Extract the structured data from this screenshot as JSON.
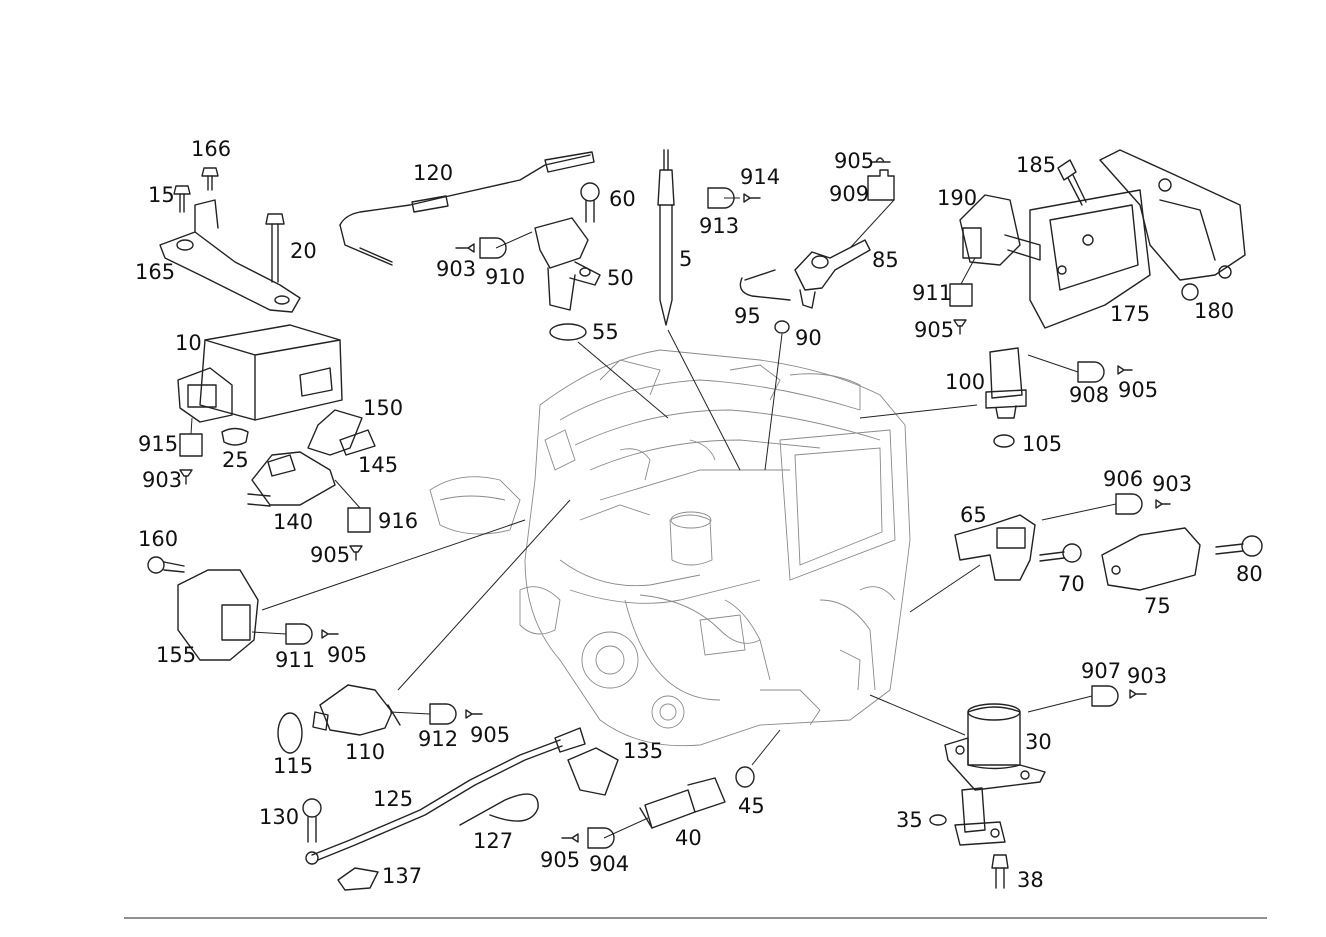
{
  "diagram": {
    "labels": {
      "l166": "166",
      "l15": "15",
      "l20": "20",
      "l165": "165",
      "l120": "120",
      "l60": "60",
      "l903a": "903",
      "l910": "910",
      "l50": "50",
      "l55": "55",
      "l5": "5",
      "l914": "914",
      "l913": "913",
      "l905a": "905",
      "l909": "909",
      "l85": "85",
      "l95": "95",
      "l90": "90",
      "l185": "185",
      "l190": "190",
      "l911a": "911",
      "l905b": "905",
      "l175": "175",
      "l180": "180",
      "l10": "10",
      "l150": "150",
      "l915": "915",
      "l25": "25",
      "l145": "145",
      "l903b": "903",
      "l140": "140",
      "l916": "916",
      "l905c": "905",
      "l100": "100",
      "l908": "908",
      "l905d": "905",
      "l105": "105",
      "l906": "906",
      "l903c": "903",
      "l65": "65",
      "l70": "70",
      "l75": "75",
      "l80": "80",
      "l160": "160",
      "l155": "155",
      "l911b": "911",
      "l905e": "905",
      "l907": "907",
      "l903d": "903",
      "l30": "30",
      "l110": "110",
      "l115": "115",
      "l912": "912",
      "l905f": "905",
      "l135": "135",
      "l125": "125",
      "l130": "130",
      "l127": "127",
      "l137": "137",
      "l40": "40",
      "l45": "45",
      "l905g": "905",
      "l904": "904",
      "l35": "35",
      "l38": "38"
    }
  }
}
